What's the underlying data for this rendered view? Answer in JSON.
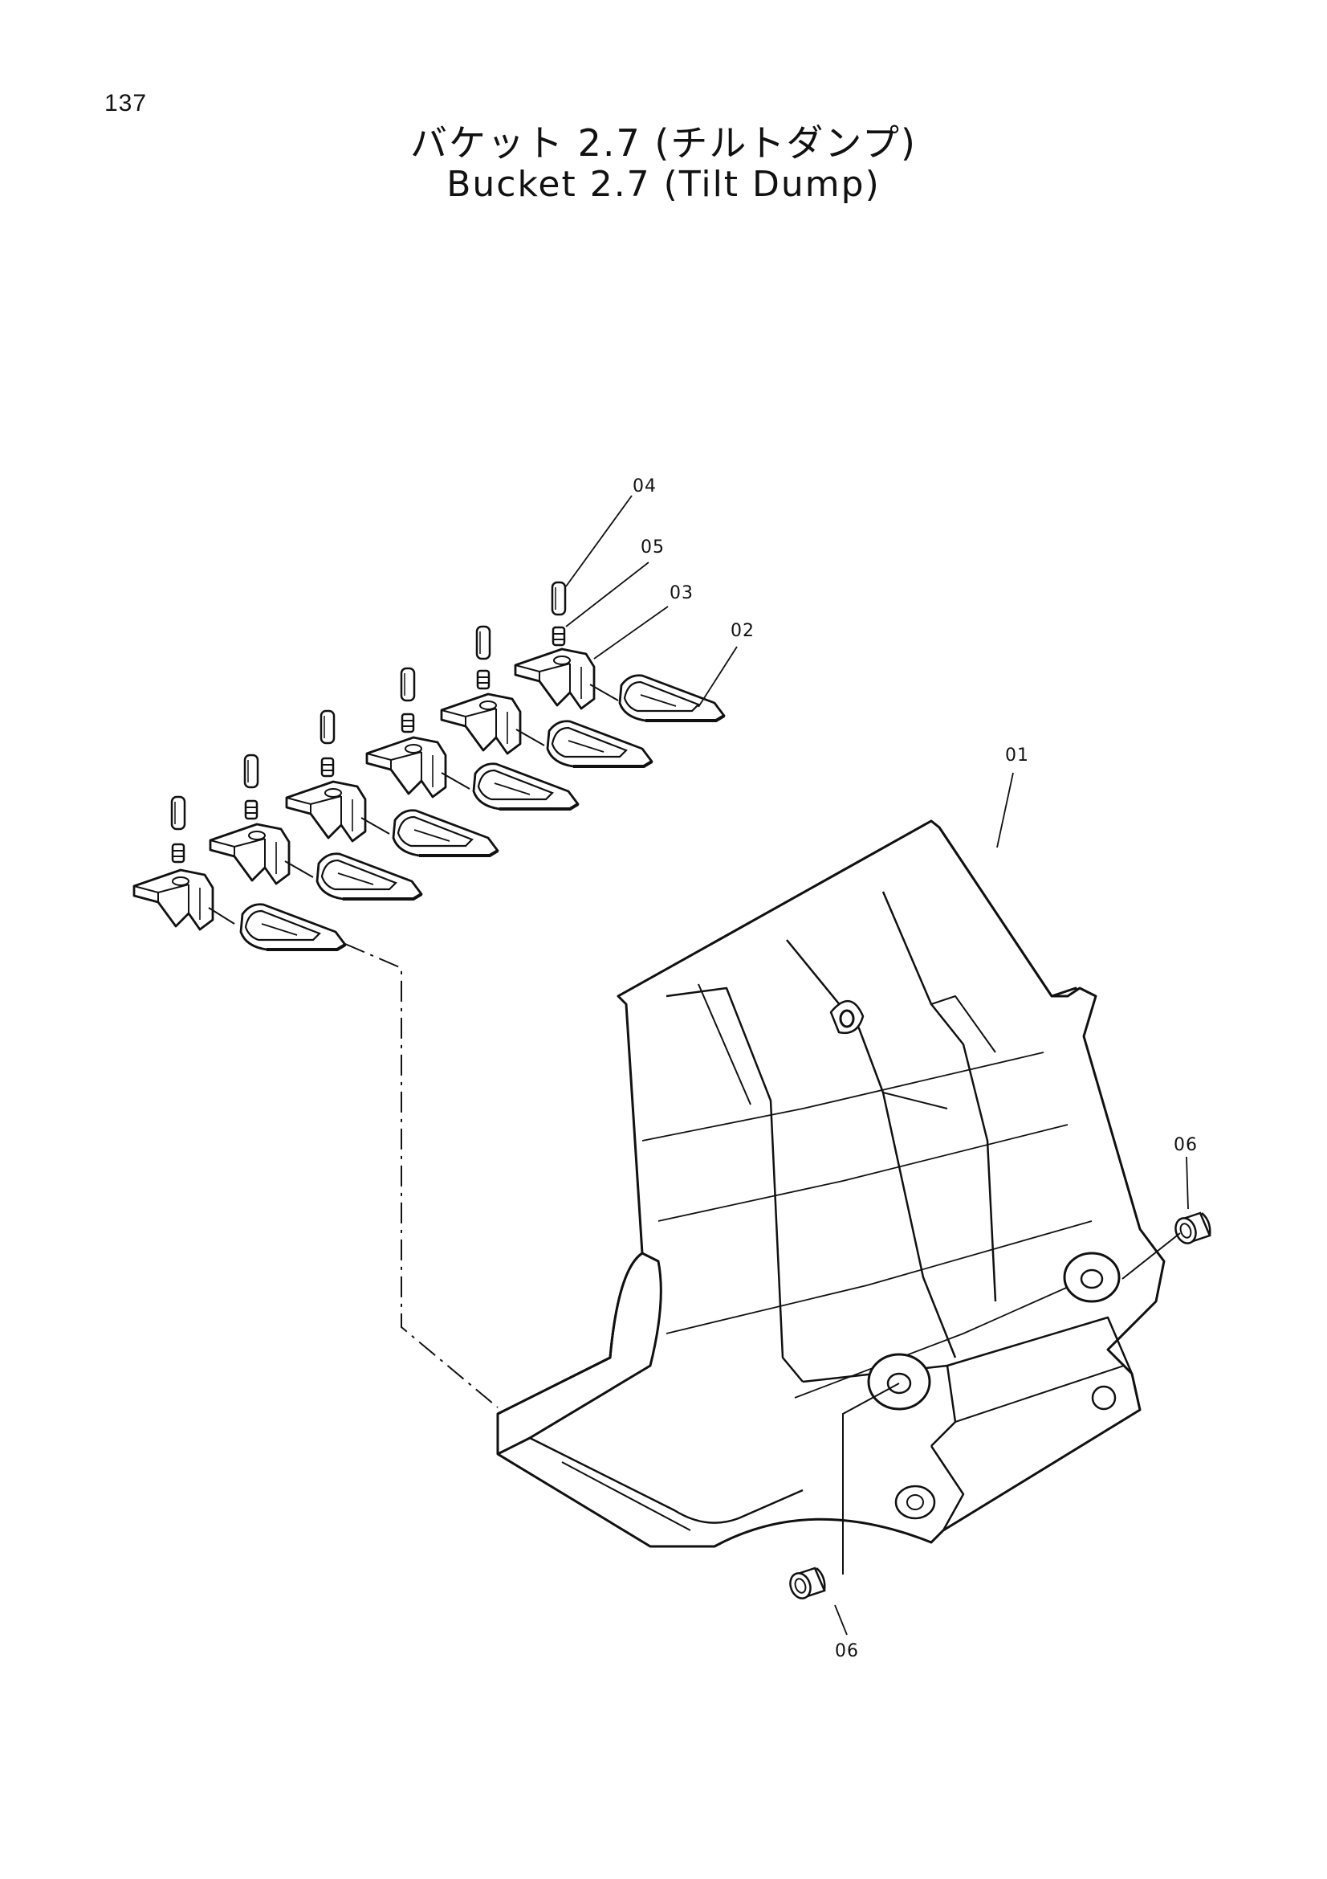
{
  "page_number": "137",
  "title_jp": "バケット 2.7 (チルトダンプ)",
  "title_en": "Bucket 2.7 (Tilt Dump)",
  "callouts": {
    "c01": "01",
    "c02": "02",
    "c03": "03",
    "c04": "04",
    "c05": "05",
    "c06_right": "06",
    "c06_bottom": "06"
  }
}
